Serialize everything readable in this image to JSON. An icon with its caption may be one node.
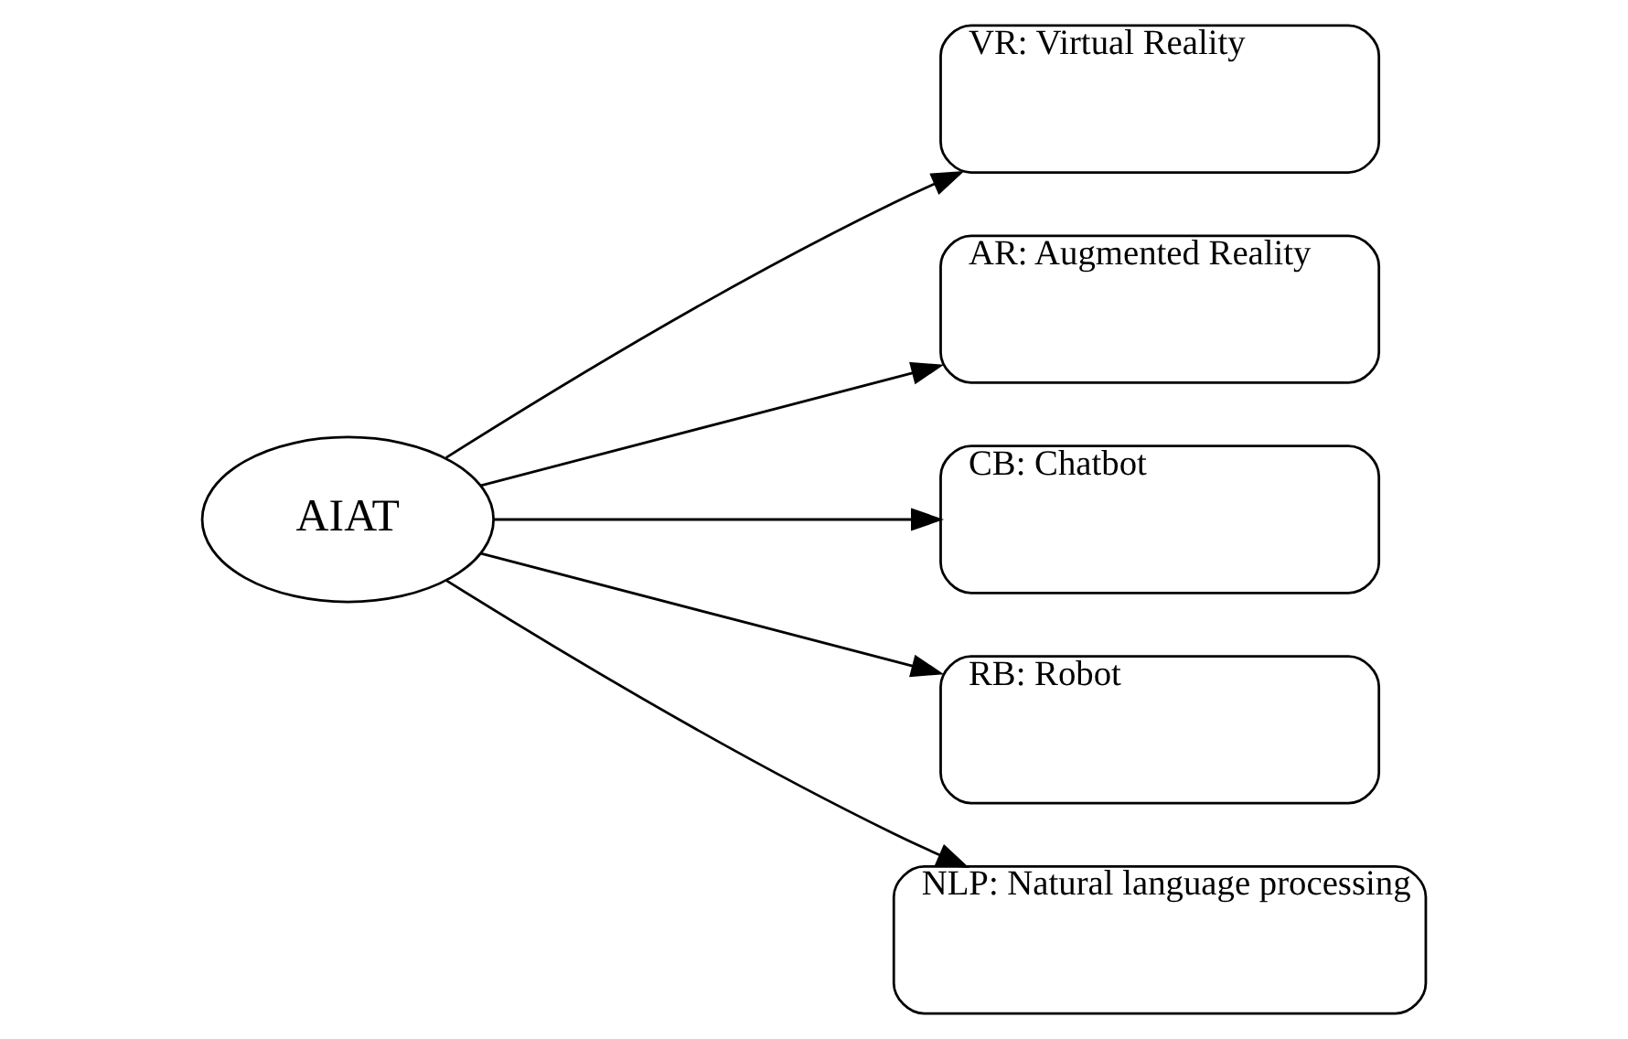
{
  "diagram": {
    "nodes": [
      {
        "text": [
          "AIAT"
        ]
      },
      {
        "text": [
          "VR: Virtual Reality"
        ]
      },
      {
        "text": [
          "AR: Augmented Reality"
        ]
      },
      {
        "text": [
          "CB: Chatbot"
        ]
      },
      {
        "text": [
          "RB: Robot"
        ]
      },
      {
        "text": [
          "NLP: Natural language processing"
        ]
      }
    ],
    "edges": [
      {
        "from": 0,
        "to": 1,
        "arrow": "to"
      },
      {
        "from": 0,
        "to": 2,
        "arrow": "to"
      },
      {
        "from": 0,
        "to": 3,
        "arrow": "to"
      },
      {
        "from": 0,
        "to": 4,
        "arrow": "to"
      },
      {
        "from": 0,
        "to": 5,
        "arrow": "to"
      }
    ]
  }
}
